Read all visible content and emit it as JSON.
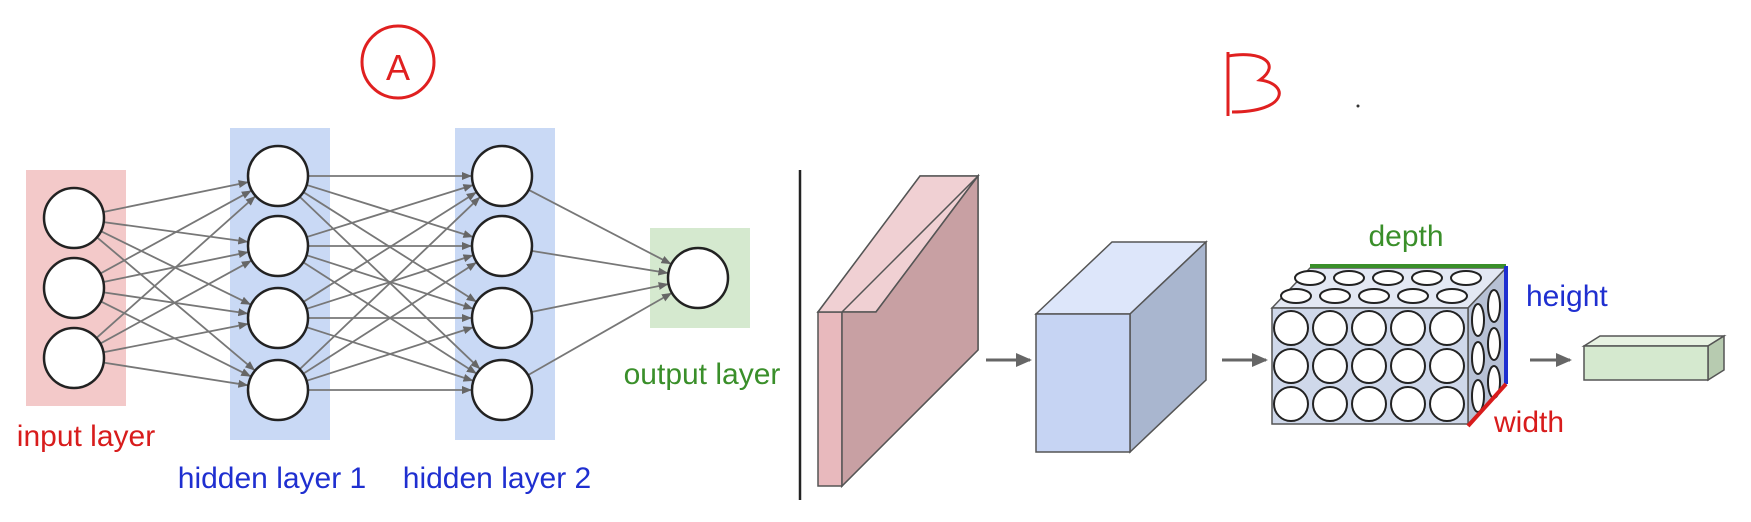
{
  "panel_a": {
    "marker": "A",
    "labels": {
      "input": "input layer",
      "hidden1": "hidden layer 1",
      "hidden2": "hidden layer 2",
      "output": "output layer"
    },
    "layer_sizes": [
      3,
      4,
      4,
      1
    ],
    "colors": {
      "input": "#d81c1c",
      "hidden": "#1f2fd0",
      "output": "#3a8f2a",
      "input_band": "#f3c9c9",
      "hidden_band": "#c9d9f5",
      "output_band": "#d5e9cf"
    }
  },
  "panel_b": {
    "marker": "B",
    "labels": {
      "depth": "depth",
      "height": "height",
      "width": "width"
    },
    "colors": {
      "depth": "#3a8f2a",
      "height": "#1f2fd0",
      "width": "#d81c1c",
      "slab": "#e6bfc2",
      "cube": "#c6d4f3",
      "final": "#d5e9cf"
    }
  }
}
